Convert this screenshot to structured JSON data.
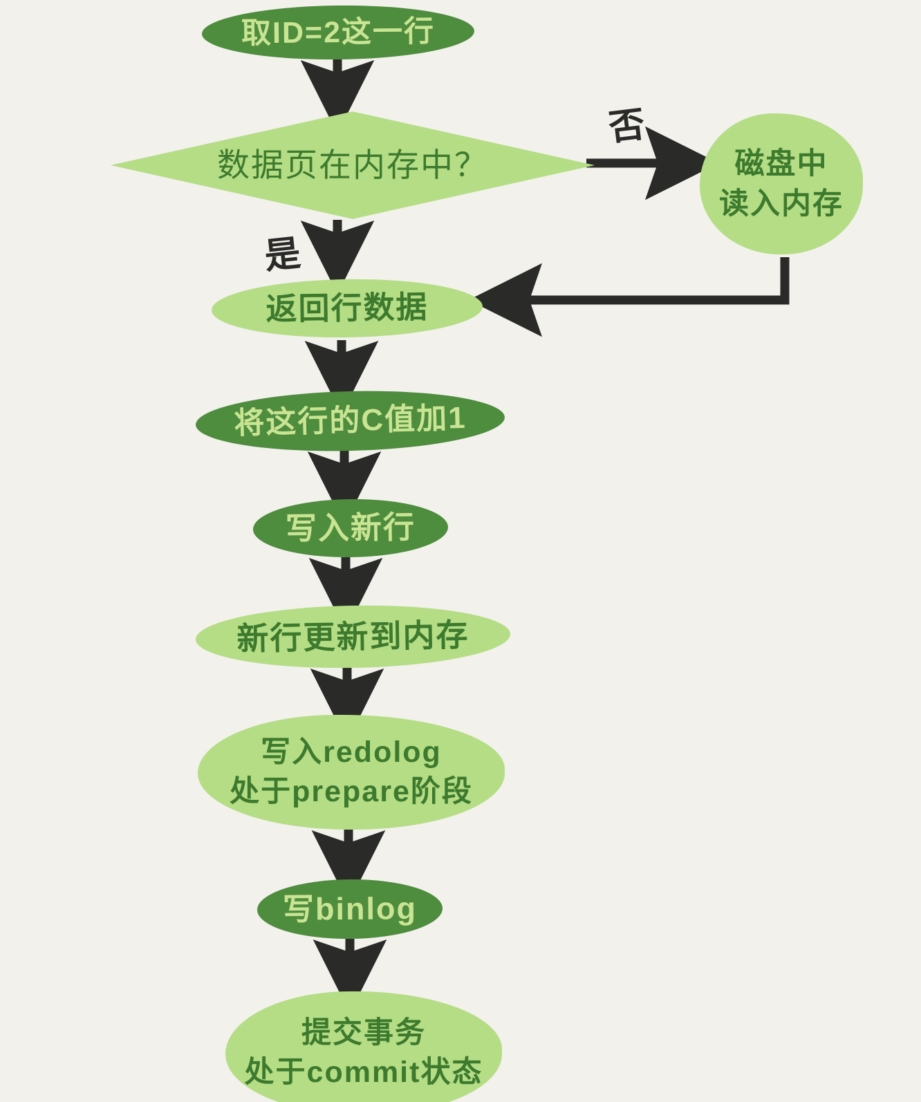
{
  "diagram": {
    "title": "MySQL update statement execution flow",
    "background_color": "#f2f1ec",
    "colors": {
      "dark_fill": "#4e8c3e",
      "dark_text": "#c9e493",
      "light_fill": "#b5dd85",
      "light_text": "#3d7a2e",
      "arrow": "#2a2a28"
    },
    "nodes": [
      {
        "id": "fetch-row",
        "label": "取ID=2这一行",
        "shape": "pill",
        "style": "dark"
      },
      {
        "id": "page-in-memory",
        "label": "数据页在内存中？",
        "shape": "diamond",
        "style": "light"
      },
      {
        "id": "read-from-disk",
        "label": "磁盘中\n读入内存",
        "shape": "blob",
        "style": "light"
      },
      {
        "id": "return-row-data",
        "label": "返回行数据",
        "shape": "pill",
        "style": "light"
      },
      {
        "id": "increment-c",
        "label": "将这行的C值加1",
        "shape": "pill",
        "style": "dark"
      },
      {
        "id": "write-new-row",
        "label": "写入新行",
        "shape": "pill",
        "style": "dark"
      },
      {
        "id": "update-memory",
        "label": "新行更新到内存",
        "shape": "pill",
        "style": "light"
      },
      {
        "id": "write-redolog",
        "label": "写入redolog\n处于prepare阶段",
        "shape": "blob",
        "style": "light"
      },
      {
        "id": "write-binlog",
        "label": "写binlog",
        "shape": "pill",
        "style": "dark"
      },
      {
        "id": "commit-transaction",
        "label": "提交事务\n处于commit状态",
        "shape": "blob",
        "style": "light"
      }
    ],
    "branch_labels": {
      "no": "否",
      "yes": "是"
    }
  }
}
